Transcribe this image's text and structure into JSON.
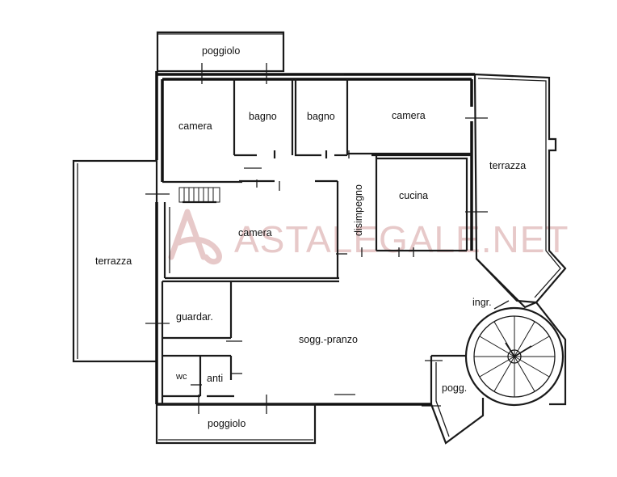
{
  "watermark": {
    "text": "ASTALEGALE.NET"
  },
  "rooms": {
    "poggiolo_top": "poggiolo",
    "camera_nw": "camera",
    "bagno_1": "bagno",
    "bagno_2": "bagno",
    "camera_ne": "camera",
    "terrazza_east": "terrazza",
    "cucina": "cucina",
    "disimpegno": "disimpegno",
    "camera_center": "camera",
    "terrazza_west": "terrazza",
    "ingresso": "ingr.",
    "guardaroba": "guardar.",
    "soggiorno_pranzo": "sogg.-pranzo",
    "wc": "wc",
    "anti": "anti",
    "poggiolo_small": "pogg.",
    "poggiolo_bottom": "poggiolo"
  },
  "colors": {
    "walls": "#1a1a1a",
    "watermark": "#e7c9c9",
    "background": "#ffffff"
  }
}
